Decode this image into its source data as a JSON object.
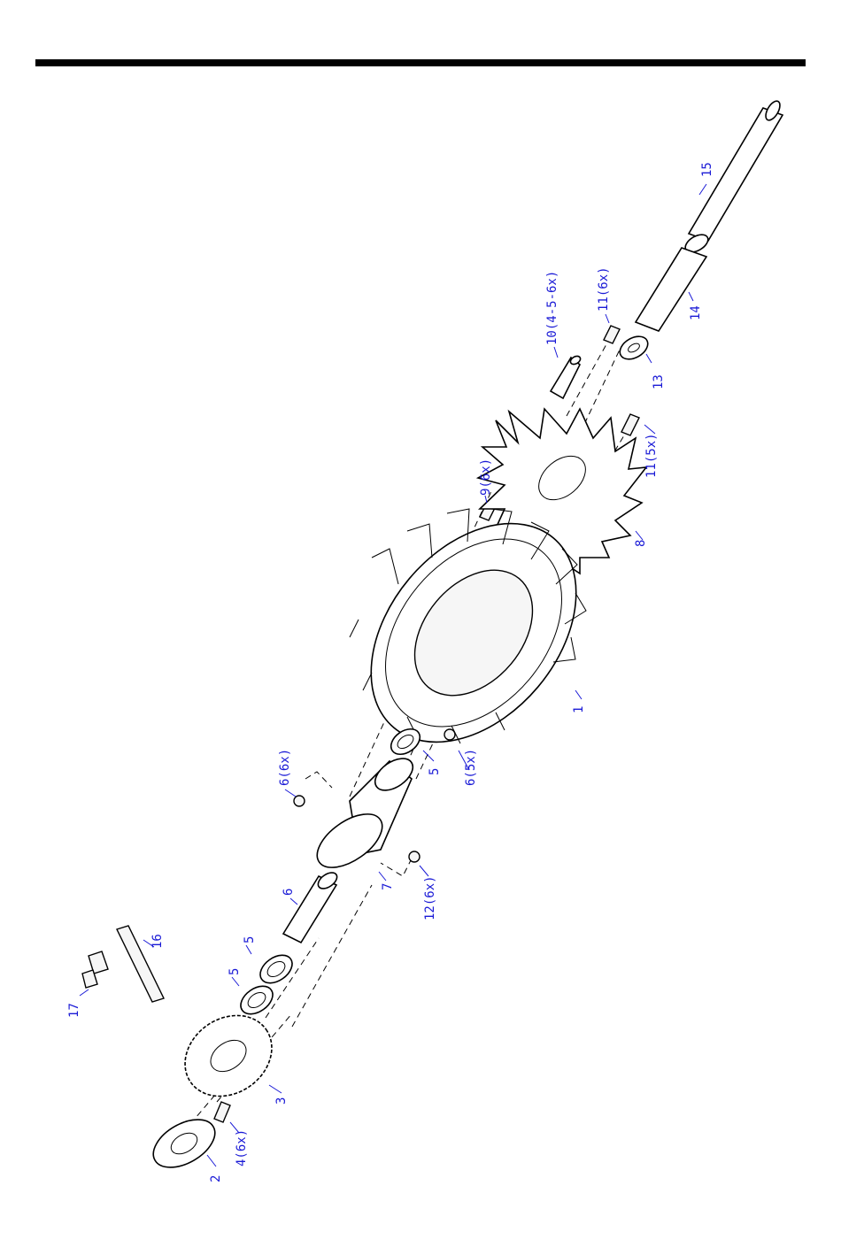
{
  "colors": {
    "rule": "#000000",
    "callout_text": "#1a1ad6",
    "line_art": "#000000",
    "background": "#ffffff"
  },
  "callouts": {
    "c1": "1",
    "c2": "2",
    "c3": "3",
    "c4": "4(6x)",
    "c5a": "5",
    "c5b": "5",
    "c5c": "5",
    "c6a": "6",
    "c6b": "6(6x)",
    "c6c": "6(5x)",
    "c7": "7",
    "c8": "8",
    "c9": "9(6x)",
    "c10": "10(4-5-6x)",
    "c11a": "11(6x)",
    "c11b": "11(5x)",
    "c12": "12(6x)",
    "c13": "13",
    "c14": "14",
    "c15": "15",
    "c16": "16",
    "c17": "17"
  }
}
